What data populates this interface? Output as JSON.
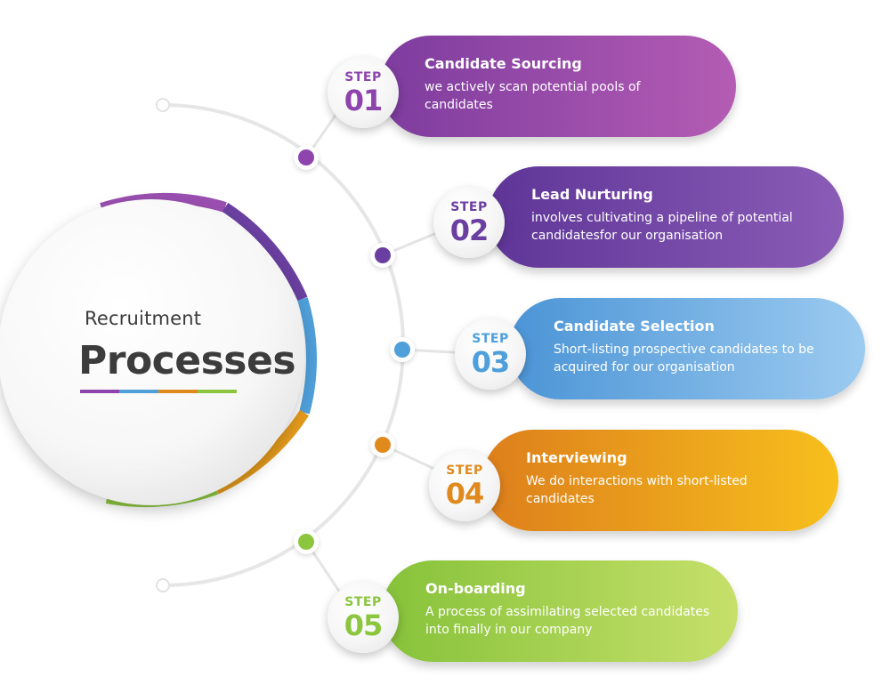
{
  "hub": {
    "subtitle": "Recruitment",
    "title": "Processes"
  },
  "colors": {
    "purple": "#8e44ad",
    "violet": "#6a3fa0",
    "blue": "#4f9fda",
    "orange": "#e08a1e",
    "green": "#8cc63f"
  },
  "steps": [
    {
      "step_label": "STEP",
      "number": "01",
      "title": "Candidate Sourcing",
      "description": "we actively scan potential pools of candidates",
      "color": "#8e44ad",
      "gradient": [
        "#7d3c9e",
        "#b45cb4"
      ]
    },
    {
      "step_label": "STEP",
      "number": "02",
      "title": "Lead Nurturing",
      "description": "involves cultivating a pipeline of potential candidatesfor our organisation",
      "color": "#6a3fa0",
      "gradient": [
        "#5e3597",
        "#8a5cb6"
      ]
    },
    {
      "step_label": "STEP",
      "number": "03",
      "title": "Candidate Selection",
      "description": "Short-listing prospective candidates to be acquired for our organisation",
      "color": "#4f9fda",
      "gradient": [
        "#4b94d6",
        "#9ccbf0"
      ]
    },
    {
      "step_label": "STEP",
      "number": "04",
      "title": "Interviewing",
      "description": "We do interactions with short-listed candidates",
      "color": "#e08a1e",
      "gradient": [
        "#dd7f1c",
        "#f7bf1c"
      ]
    },
    {
      "step_label": "STEP",
      "number": "05",
      "title": "On-boarding",
      "description": "A process of assimilating selected candidates into finally in our company",
      "color": "#8cc63f",
      "gradient": [
        "#86c23a",
        "#c6e06a"
      ]
    }
  ]
}
